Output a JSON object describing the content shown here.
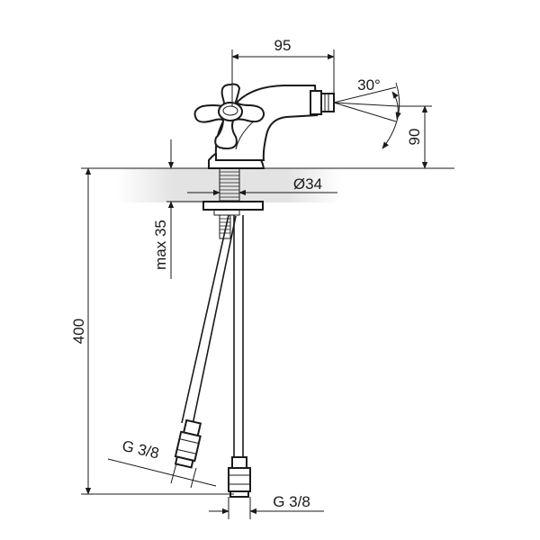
{
  "dimensions": {
    "width_spout": "95",
    "angle": "30°",
    "height_spout": "90",
    "diameter": "Ø34",
    "max_thickness": "max 35",
    "hose_length": "400",
    "thread_left": "G 3/8",
    "thread_bottom": "G 3/8"
  }
}
